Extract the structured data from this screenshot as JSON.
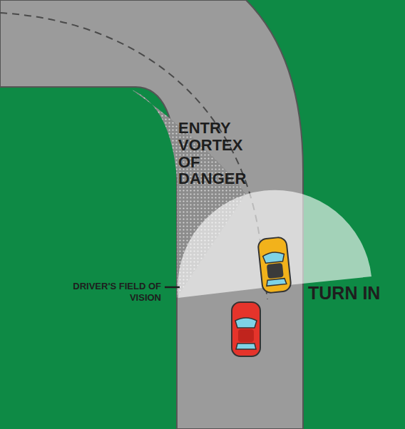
{
  "diagram": {
    "labels": [
      "ENTRY VORTEX OF DANGER",
      "DRIVER'S FIELD OF VISION",
      "TURN IN"
    ]
  }
}
